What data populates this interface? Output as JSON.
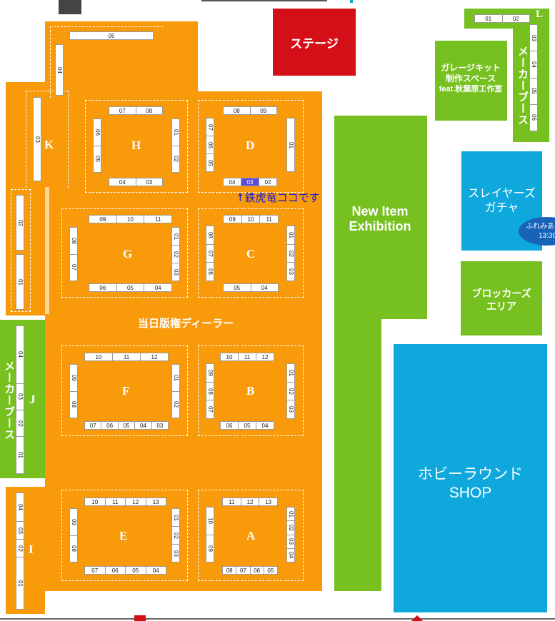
{
  "areas": {
    "stage": "ステージ",
    "garage_kit": [
      "ガレージキット",
      "制作スペース",
      "feat.秋葉原工作室"
    ],
    "maker_booth": "メーカーブース",
    "slayers": [
      "スレイヤーズ",
      "ガチャ"
    ],
    "fureai": [
      "ふれみあ",
      "13:30"
    ],
    "blockers": [
      "ブロッカーズ",
      "エリア"
    ],
    "new_item": [
      "New Item",
      "Exhibition"
    ],
    "hobby_round": [
      "ホビーラウンド",
      "SHOP"
    ],
    "dealer": "当日版権ディーラー"
  },
  "annotation": "↑鉄虎竜ココです",
  "blocks": {
    "A": "A",
    "B": "B",
    "C": "C",
    "D": "D",
    "E": "E",
    "F": "F",
    "G": "G",
    "H": "H",
    "I": "I",
    "J": "J",
    "K": "K",
    "L": "L"
  },
  "booths": {
    "top05": [
      "05"
    ],
    "k04": [
      "04"
    ],
    "k03": [
      "03"
    ],
    "kL02": [
      "02"
    ],
    "kL01": [
      "01"
    ],
    "H_top": [
      "07",
      "08"
    ],
    "H_bottom": [
      "04",
      "03"
    ],
    "H_left": [
      "06",
      "05"
    ],
    "H_right": [
      "01",
      "02"
    ],
    "D_top": [
      "08",
      "09"
    ],
    "D_bottom": [
      "04",
      "03",
      "02"
    ],
    "D_left": [
      "07",
      "06",
      "05"
    ],
    "D_right": [
      "01"
    ],
    "G_top": [
      "09",
      "10",
      "11"
    ],
    "G_bottom": [
      "06",
      "05",
      "04"
    ],
    "G_left": [
      "08",
      "07"
    ],
    "G_right": [
      "01",
      "02",
      "03"
    ],
    "C_top": [
      "09",
      "10",
      "11"
    ],
    "C_bottom": [
      "05",
      "04"
    ],
    "C_left": [
      "08",
      "07",
      "06"
    ],
    "C_right": [
      "01",
      "02",
      "03"
    ],
    "F_top": [
      "10",
      "11",
      "12"
    ],
    "F_bottom": [
      "07",
      "06",
      "05",
      "04",
      "03"
    ],
    "F_left": [
      "09",
      "08"
    ],
    "F_right": [
      "01",
      "02"
    ],
    "B_top": [
      "10",
      "11",
      "12"
    ],
    "B_bottom": [
      "06",
      "05",
      "04"
    ],
    "B_left": [
      "09",
      "08",
      "07"
    ],
    "B_right": [
      "01",
      "02",
      "03"
    ],
    "E_top": [
      "10",
      "11",
      "12",
      "13"
    ],
    "E_bottom": [
      "07",
      "06",
      "05",
      "04"
    ],
    "E_left": [
      "09",
      "08"
    ],
    "E_right": [
      "01",
      "02",
      "03"
    ],
    "A_top": [
      "11",
      "12",
      "13"
    ],
    "A_bottom": [
      "08",
      "07",
      "06",
      "05"
    ],
    "A_left": [
      "10",
      "09"
    ],
    "A_right": [
      "01",
      "02",
      "03",
      "04"
    ],
    "J_bar": [
      "04",
      "03",
      "02",
      "01"
    ],
    "I_bar": [
      "04",
      "03",
      "02",
      "01"
    ],
    "L_top": [
      "01",
      "02"
    ],
    "L_right": [
      "03",
      "04",
      "05",
      "06"
    ]
  },
  "highlight_booth": "D-03",
  "colors": {
    "orange": "#f89a0a",
    "green": "#76c11f",
    "blue": "#0ea8dc",
    "red": "#d40f18",
    "highlight": "#5b4bd8",
    "annotation": "#1a1ad0"
  }
}
